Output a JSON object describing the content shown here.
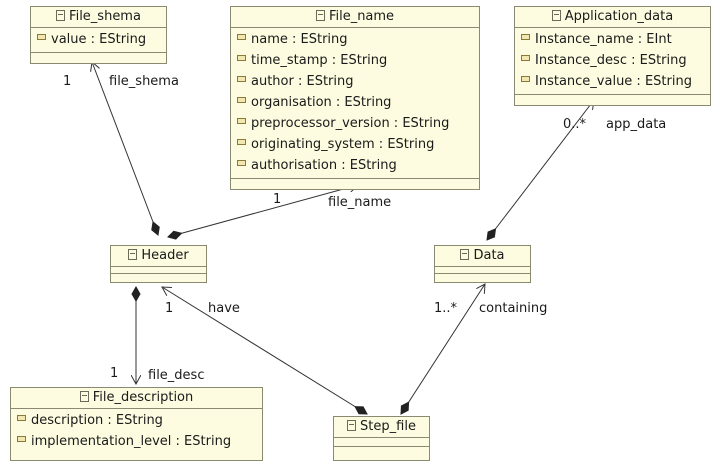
{
  "classes": {
    "file_shema": {
      "name": "File_shema",
      "attributes": [
        "value : EString"
      ]
    },
    "file_name": {
      "name": "File_name",
      "attributes": [
        "name : EString",
        "time_stamp : EString",
        "author : EString",
        "organisation : EString",
        "preprocessor_version : EString",
        "originating_system : EString",
        "authorisation : EString"
      ]
    },
    "application_data": {
      "name": "Application_data",
      "attributes": [
        "Instance_name : EInt",
        "Instance_desc : EString",
        "Instance_value : EString"
      ]
    },
    "header": {
      "name": "Header"
    },
    "data": {
      "name": "Data"
    },
    "file_description": {
      "name": "File_description",
      "attributes": [
        "description : EString",
        "implementation_level : EString"
      ]
    },
    "step_file": {
      "name": "Step_file"
    }
  },
  "associations": {
    "file_shema": {
      "multiplicity": "1",
      "role": "file_shema"
    },
    "file_name": {
      "multiplicity": "1",
      "role": "file_name"
    },
    "app_data": {
      "multiplicity": "0..*",
      "role": "app_data"
    },
    "have": {
      "multiplicity": "1",
      "role": "have"
    },
    "containing": {
      "multiplicity": "1..*",
      "role": "containing"
    },
    "file_desc": {
      "multiplicity": "1",
      "role": "file_desc"
    }
  }
}
